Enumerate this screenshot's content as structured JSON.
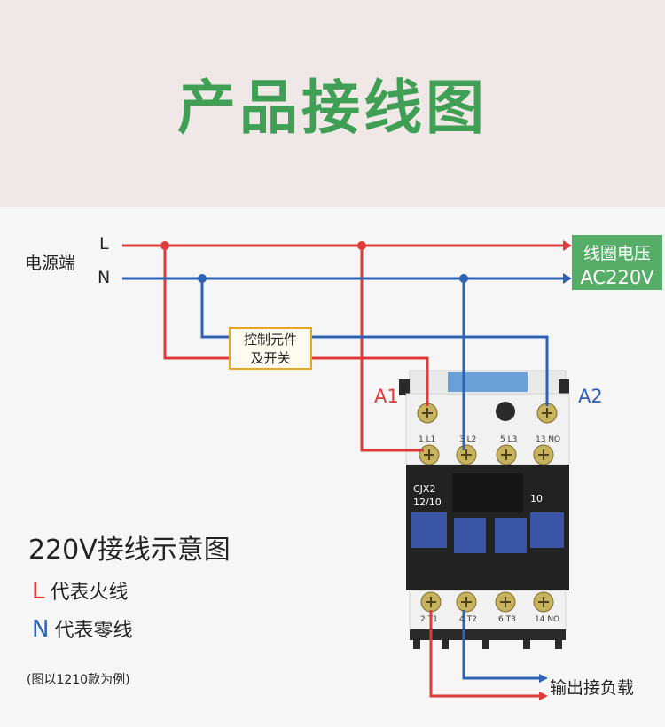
{
  "header": {
    "title": "产品接线图"
  },
  "power": {
    "source_label": "电源端",
    "line_letter": "L",
    "neutral_letter": "N"
  },
  "coil": {
    "line1": "线圈电压",
    "line2": "AC220V"
  },
  "control": {
    "line1": "控制元件",
    "line2": "及开关"
  },
  "coil_terminals": {
    "a1": "A1",
    "a2": "A2"
  },
  "contactor": {
    "model": "CJX2",
    "rating": "12/10",
    "aux_code": "10",
    "top_terminals": [
      "1 L1",
      "3 L2",
      "5 L3",
      "13 NO"
    ],
    "bottom_terminals": [
      "2 T1",
      "4 T2",
      "6 T3",
      "14 NO"
    ]
  },
  "caption": {
    "title": "220V接线示意图",
    "legend_l_key": "L",
    "legend_l_text": "代表火线",
    "legend_n_key": "N",
    "legend_n_text": "代表零线",
    "note": "(图以1210款为例)"
  },
  "output": {
    "label": "输出接负载"
  },
  "colors": {
    "live": "#e03b3b",
    "neutral": "#2f62b5",
    "accent_green": "#56ad67",
    "title_green": "#3f9f55",
    "control_border": "#e7a623"
  }
}
